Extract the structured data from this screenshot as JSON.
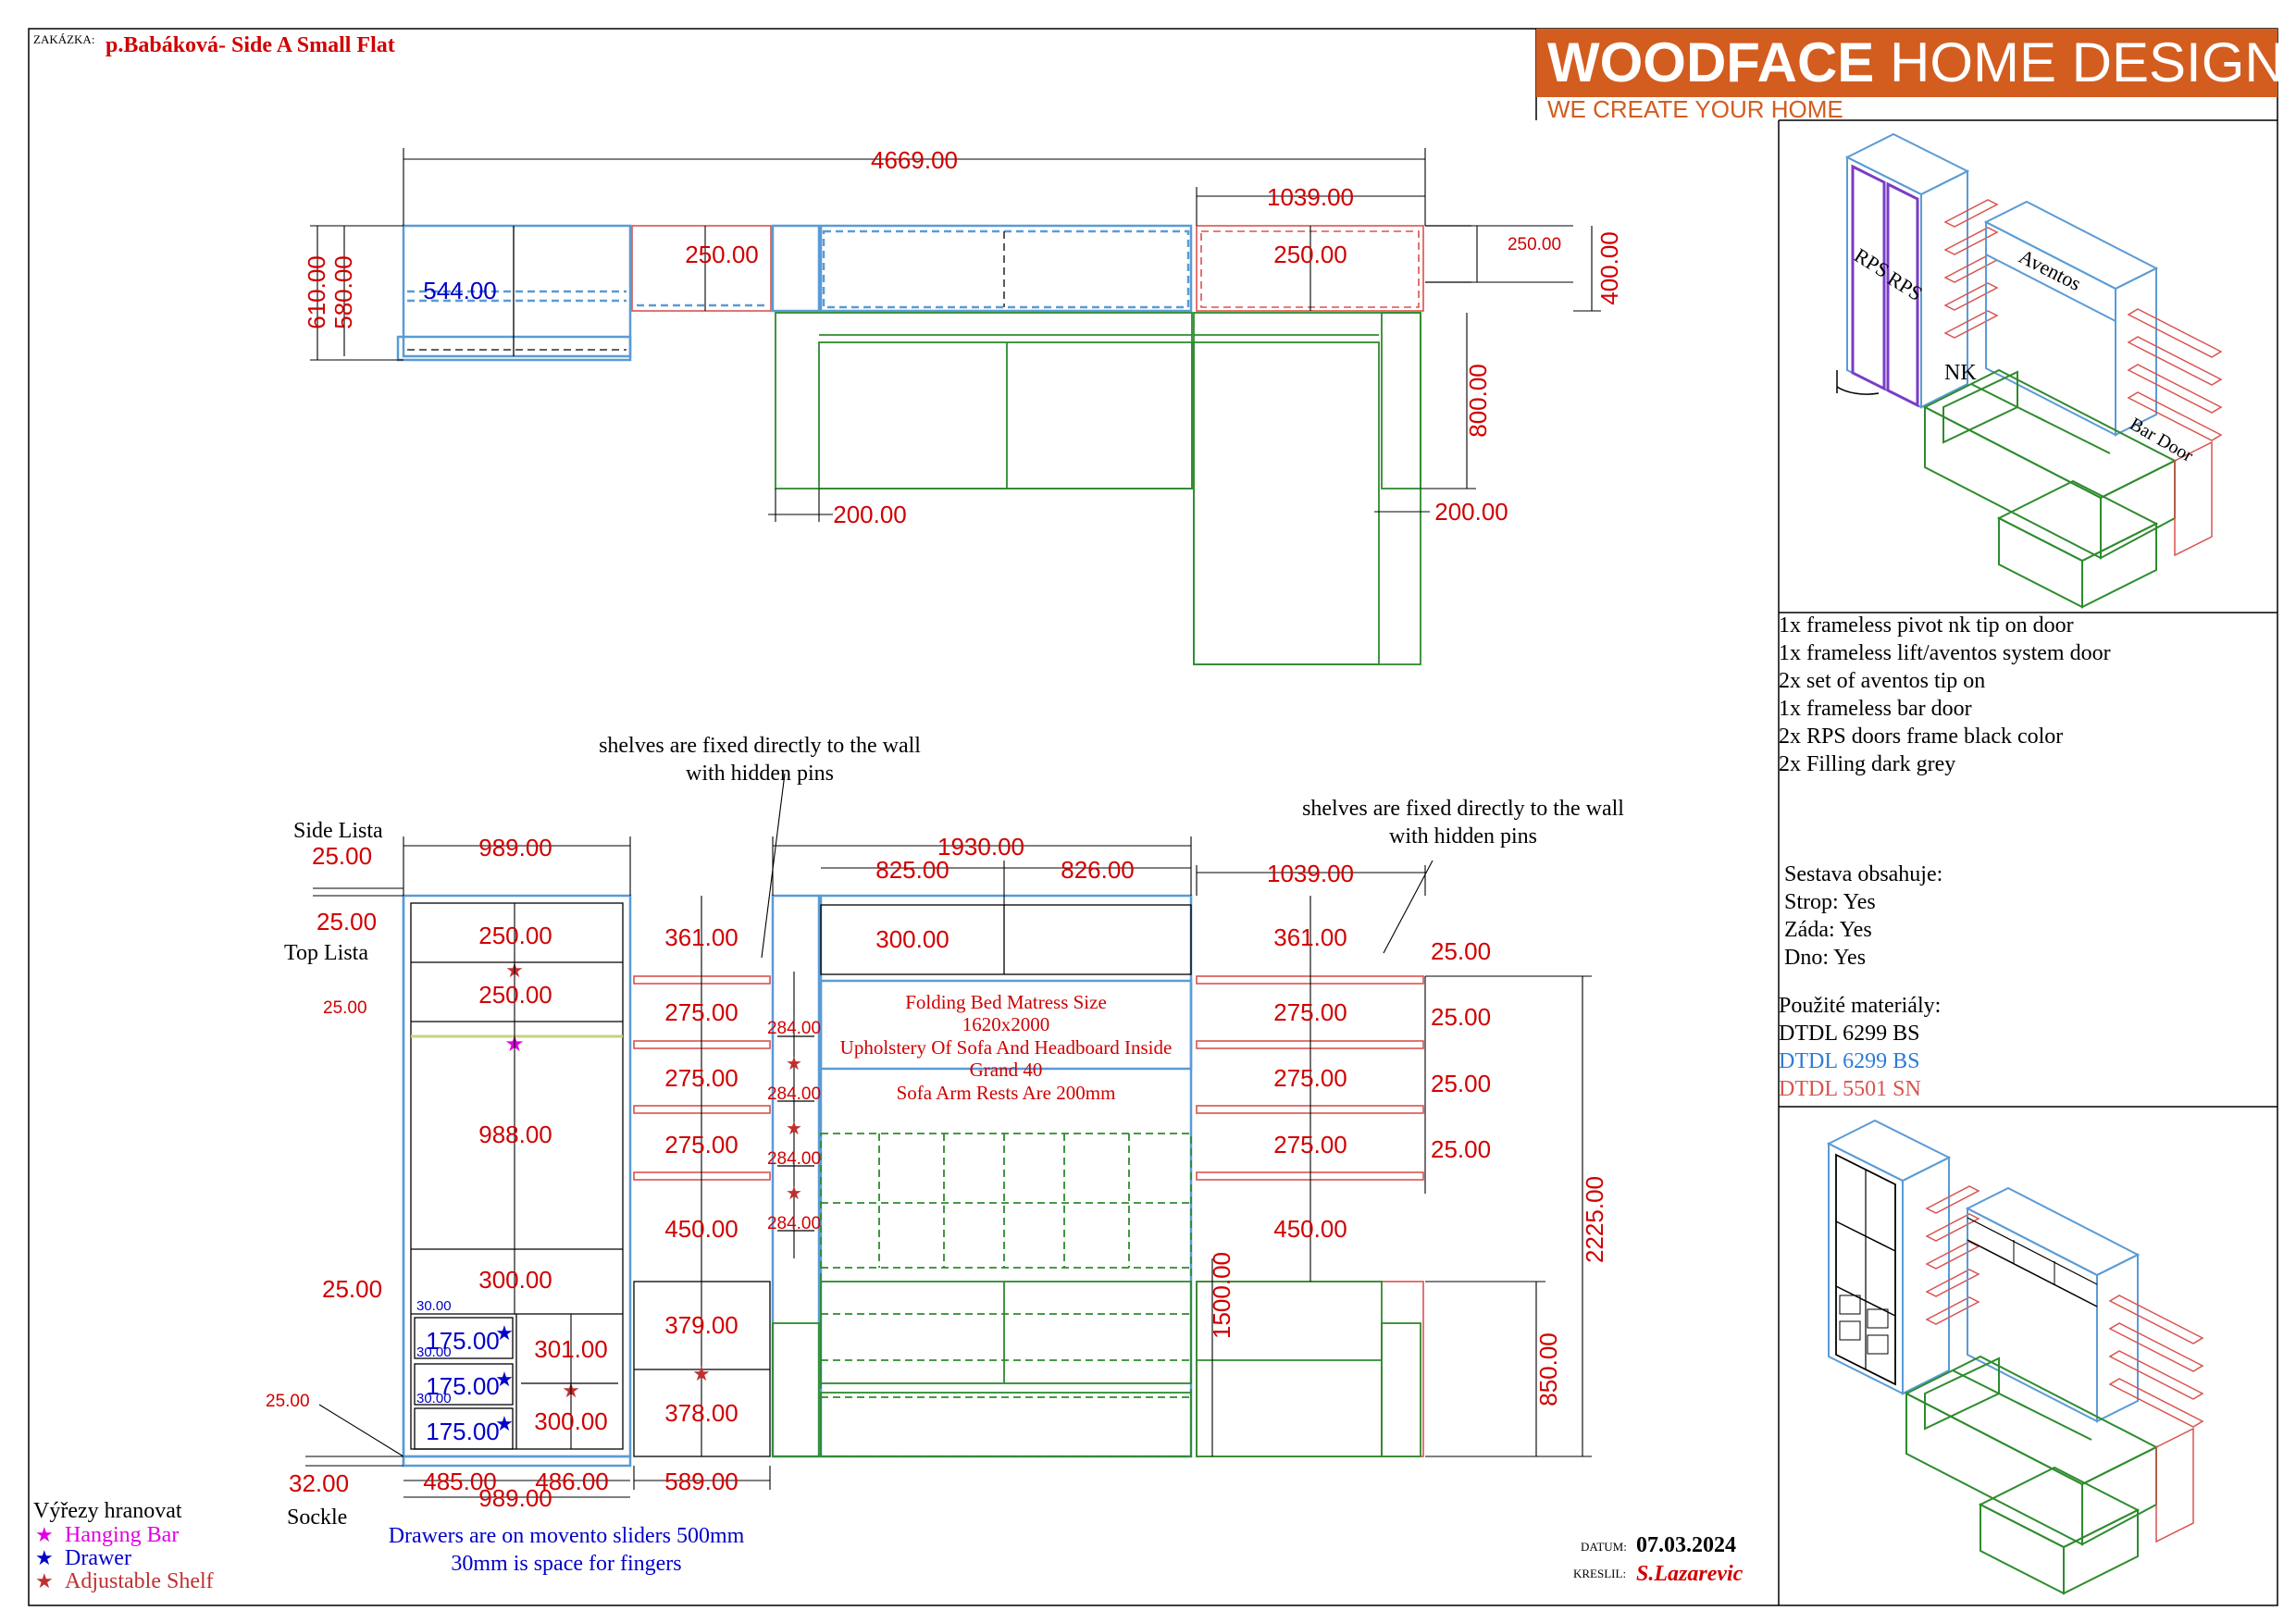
{
  "header": {
    "order_label": "ZAKÁZKA:",
    "order_title": "p.Babáková- Side A Small Flat"
  },
  "logo": {
    "brand_bold": "WOODFACE",
    "brand_light": " HOME DESIGN",
    "tagline": "WE CREATE YOUR HOME",
    "colors": {
      "bg": "#d35c1f",
      "text": "#ffffff",
      "tagline": "#d35c1f"
    }
  },
  "plan": {
    "dims": {
      "total_width": "4669.00",
      "right_width": "1039.00",
      "depth_610": "610.00",
      "depth_580": "580.00",
      "depth_544": "544.00",
      "depth_250a": "250.00",
      "depth_250b": "250.00",
      "depth_250c": "250.00",
      "depth_400": "400.00",
      "depth_800": "800.00",
      "arm_left": "200.00",
      "arm_right": "200.00"
    }
  },
  "elevation": {
    "labels": {
      "side_lista": "Side Lista",
      "top_lista": "Top Lista",
      "sockle": "Sockle"
    },
    "notes": {
      "shelves_left_line1": "shelves are fixed directly to the wall",
      "shelves_left_line2": "with hidden pins",
      "shelves_right_line1": "shelves are fixed directly to the wall",
      "shelves_right_line2": "with hidden pins",
      "bed_1": "Folding Bed Matress Size",
      "bed_2": "1620x2000",
      "bed_3": "Upholstery Of Sofa And Headboard Inside",
      "bed_4": "Grand 40",
      "bed_5": "Sofa Arm Rests Are 200mm",
      "drawers_1": "Drawers are on movento sliders 500mm",
      "drawers_2": "30mm is space for fingers"
    },
    "dims": {
      "side_lista": "25.00",
      "top_left_25": "25.00",
      "small_25": "25.00",
      "wardrobe_width": "989.00",
      "wardrobe_width_bottom": "989.00",
      "wr_250a": "250.00",
      "wr_250b": "250.00",
      "wr_988": "988.00",
      "wr_300": "300.00",
      "wr_25": "25.00",
      "dr_30a": "30.00",
      "dr_30b": "30.00",
      "dr_30c": "30.00",
      "dr_175a": "175.00",
      "dr_175b": "175.00",
      "dr_175c": "175.00",
      "wr_301": "301.00",
      "wr_300b": "300.00",
      "sockle_25": "25.00",
      "sockle_32": "32.00",
      "bot_485": "485.00",
      "bot_486": "486.00",
      "bot_589": "589.00",
      "sh_361": "361.00",
      "sh_275a": "275.00",
      "sh_275b": "275.00",
      "sh_275c": "275.00",
      "sh_450": "450.00",
      "sh_379": "379.00",
      "sh_378": "378.00",
      "nk_284a": "284.00",
      "nk_284b": "284.00",
      "nk_284c": "284.00",
      "nk_284d": "284.00",
      "bed_1930": "1930.00",
      "bed_825": "825.00",
      "bed_826": "826.00",
      "bed_300": "300.00",
      "bed_1500": "1500.00",
      "right_1039": "1039.00",
      "r_361": "361.00",
      "r_275a": "275.00",
      "r_275b": "275.00",
      "r_275c": "275.00",
      "r_450": "450.00",
      "r_25a": "25.00",
      "r_25b": "25.00",
      "r_25c": "25.00",
      "r_25d": "25.00",
      "r_850": "850.00",
      "r_2225": "2225.00"
    }
  },
  "legend": {
    "title": "Výřezy hranovat",
    "items": [
      {
        "label": "Hanging Bar",
        "color": "#e000e0"
      },
      {
        "label": "Drawer",
        "color": "#0000c8"
      },
      {
        "label": "Adjustable Shelf",
        "color": "#c03030"
      }
    ]
  },
  "iso_top": {
    "labels": {
      "rps1": "RPS",
      "rps2": "RPS",
      "aventos": "Aventos",
      "nk": "NK",
      "bar_door": "Bar Door"
    }
  },
  "spec": {
    "items": [
      "1x frameless pivot nk tip on door",
      "1x frameless lift/aventos system door",
      "2x set of aventos tip on",
      "1x frameless bar door",
      "2x RPS doors frame black color",
      "2x Filling dark grey"
    ],
    "sestava_title": "Sestava obsahuje:",
    "sestava": [
      "Strop: Yes",
      "Záda: Yes",
      "Dno: Yes"
    ],
    "materials_title": "Použité materiály:",
    "materials": [
      {
        "name": "DTDL 6299 BS",
        "color": "#000000"
      },
      {
        "name": "DTDL 6299 BS",
        "color": "#2b7bd9"
      },
      {
        "name": "DTDL 5501 SN",
        "color": "#d9534f"
      }
    ]
  },
  "footer": {
    "date_label": "DATUM:",
    "date": "07.03.2024",
    "drawn_label": "KRESLIL:",
    "drawn_by": "S.Lazarevic"
  }
}
